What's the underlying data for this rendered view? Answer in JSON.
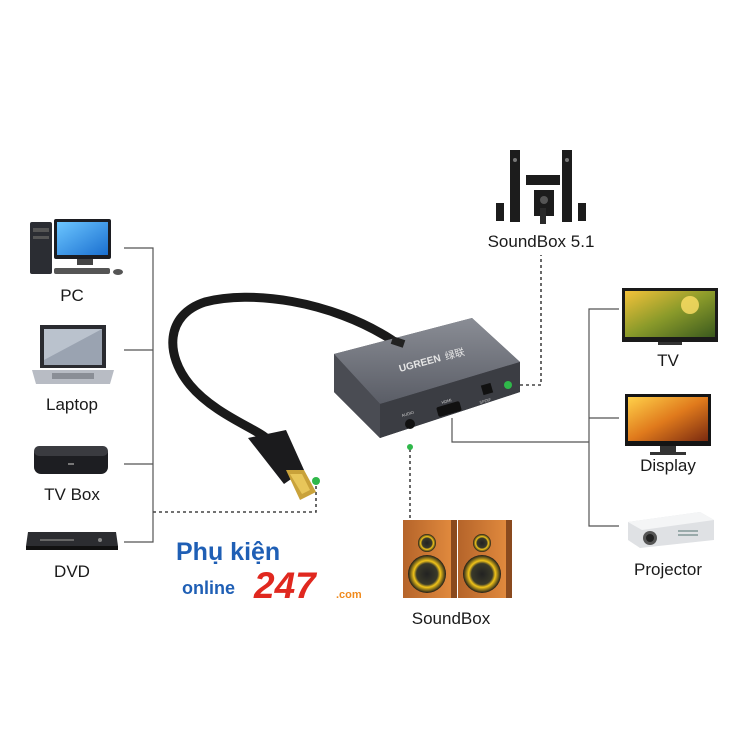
{
  "devices_left": [
    {
      "label": "PC"
    },
    {
      "label": "Laptop"
    },
    {
      "label": "TV Box"
    },
    {
      "label": "DVD"
    }
  ],
  "devices_right": [
    {
      "label": "TV"
    },
    {
      "label": "Display"
    },
    {
      "label": "Projector"
    }
  ],
  "soundbox_51": {
    "label": "SoundBox 5.1"
  },
  "soundbox": {
    "label": "SoundBox"
  },
  "adapter": {
    "brand": "UGREEN",
    "brand_cn": "绿联",
    "port_audio": "AUDIO",
    "port_hdmi": "HDMI",
    "port_spdif": "SPDIF"
  },
  "watermark": {
    "line1": "Phụ kiện",
    "line2_prefix": "online",
    "line2_number": "247",
    "line2_suffix": ".com"
  },
  "colors": {
    "accent_green": "#2fb84a",
    "watermark_blue": "#1f5fb5",
    "watermark_red": "#e0281f",
    "watermark_orange": "#f08a1c"
  }
}
